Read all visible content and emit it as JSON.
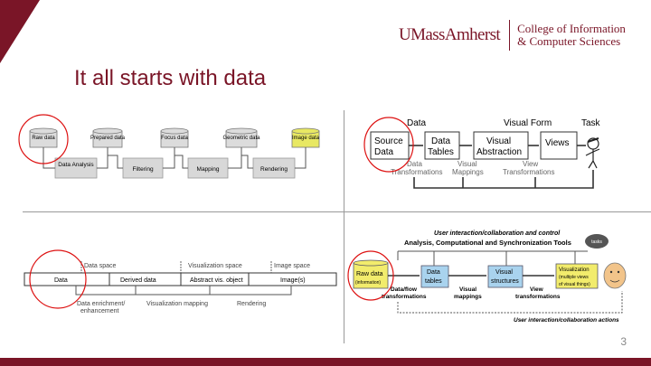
{
  "header": {
    "logo_umass": "UMassAmherst",
    "logo_college_line1": "College of Information",
    "logo_college_line2": "& Computer Sciences"
  },
  "slide": {
    "title": "It all starts with data",
    "page_number": "3"
  },
  "diagram_tl": {
    "stores": [
      "Raw data",
      "Prepared data",
      "Focus data",
      "Geometric data",
      "Image data"
    ],
    "steps": [
      "Data Analysis",
      "Filtering",
      "Mapping",
      "Rendering"
    ]
  },
  "diagram_tr": {
    "header_data": "Data",
    "header_visual_form": "Visual Form",
    "header_task": "Task",
    "box_source": [
      "Source",
      "Data"
    ],
    "box_tables": [
      "Data",
      "Tables"
    ],
    "box_abstraction": [
      "Visual",
      "Abstraction"
    ],
    "box_views": "Views",
    "trans_data": [
      "Data",
      "Transformations"
    ],
    "trans_visual": [
      "Visual",
      "Mappings"
    ],
    "trans_view": [
      "View",
      "Transformations"
    ]
  },
  "diagram_bl": {
    "space_data": "Data space",
    "space_vis": "Visualization space",
    "space_image": "Image space",
    "cells": [
      "Data",
      "Derived data",
      "Abstract vis. object",
      "Image(s)"
    ],
    "label_enrichment": [
      "Data enrichment/",
      "enhancement"
    ],
    "label_mapping": "Visualization mapping",
    "label_rendering": "Rendering"
  },
  "diagram_br": {
    "top_interaction": "User interaction/collaboration and control",
    "tools": "Analysis, Computational and Synchronization Tools",
    "tasks_bubble": "tasks",
    "raw": [
      "Raw data",
      "(information)"
    ],
    "tables": [
      "Data",
      "tables"
    ],
    "structures": [
      "Visual",
      "structures"
    ],
    "viz": [
      "Visualization",
      "(multiple views",
      "of visual things)"
    ],
    "trans_flow": [
      "Data/flow",
      "transformations"
    ],
    "trans_visual": [
      "Visual",
      "mappings"
    ],
    "trans_view": [
      "View",
      "transformations"
    ],
    "bottom_interaction": "User interaction/collaboration actions"
  }
}
